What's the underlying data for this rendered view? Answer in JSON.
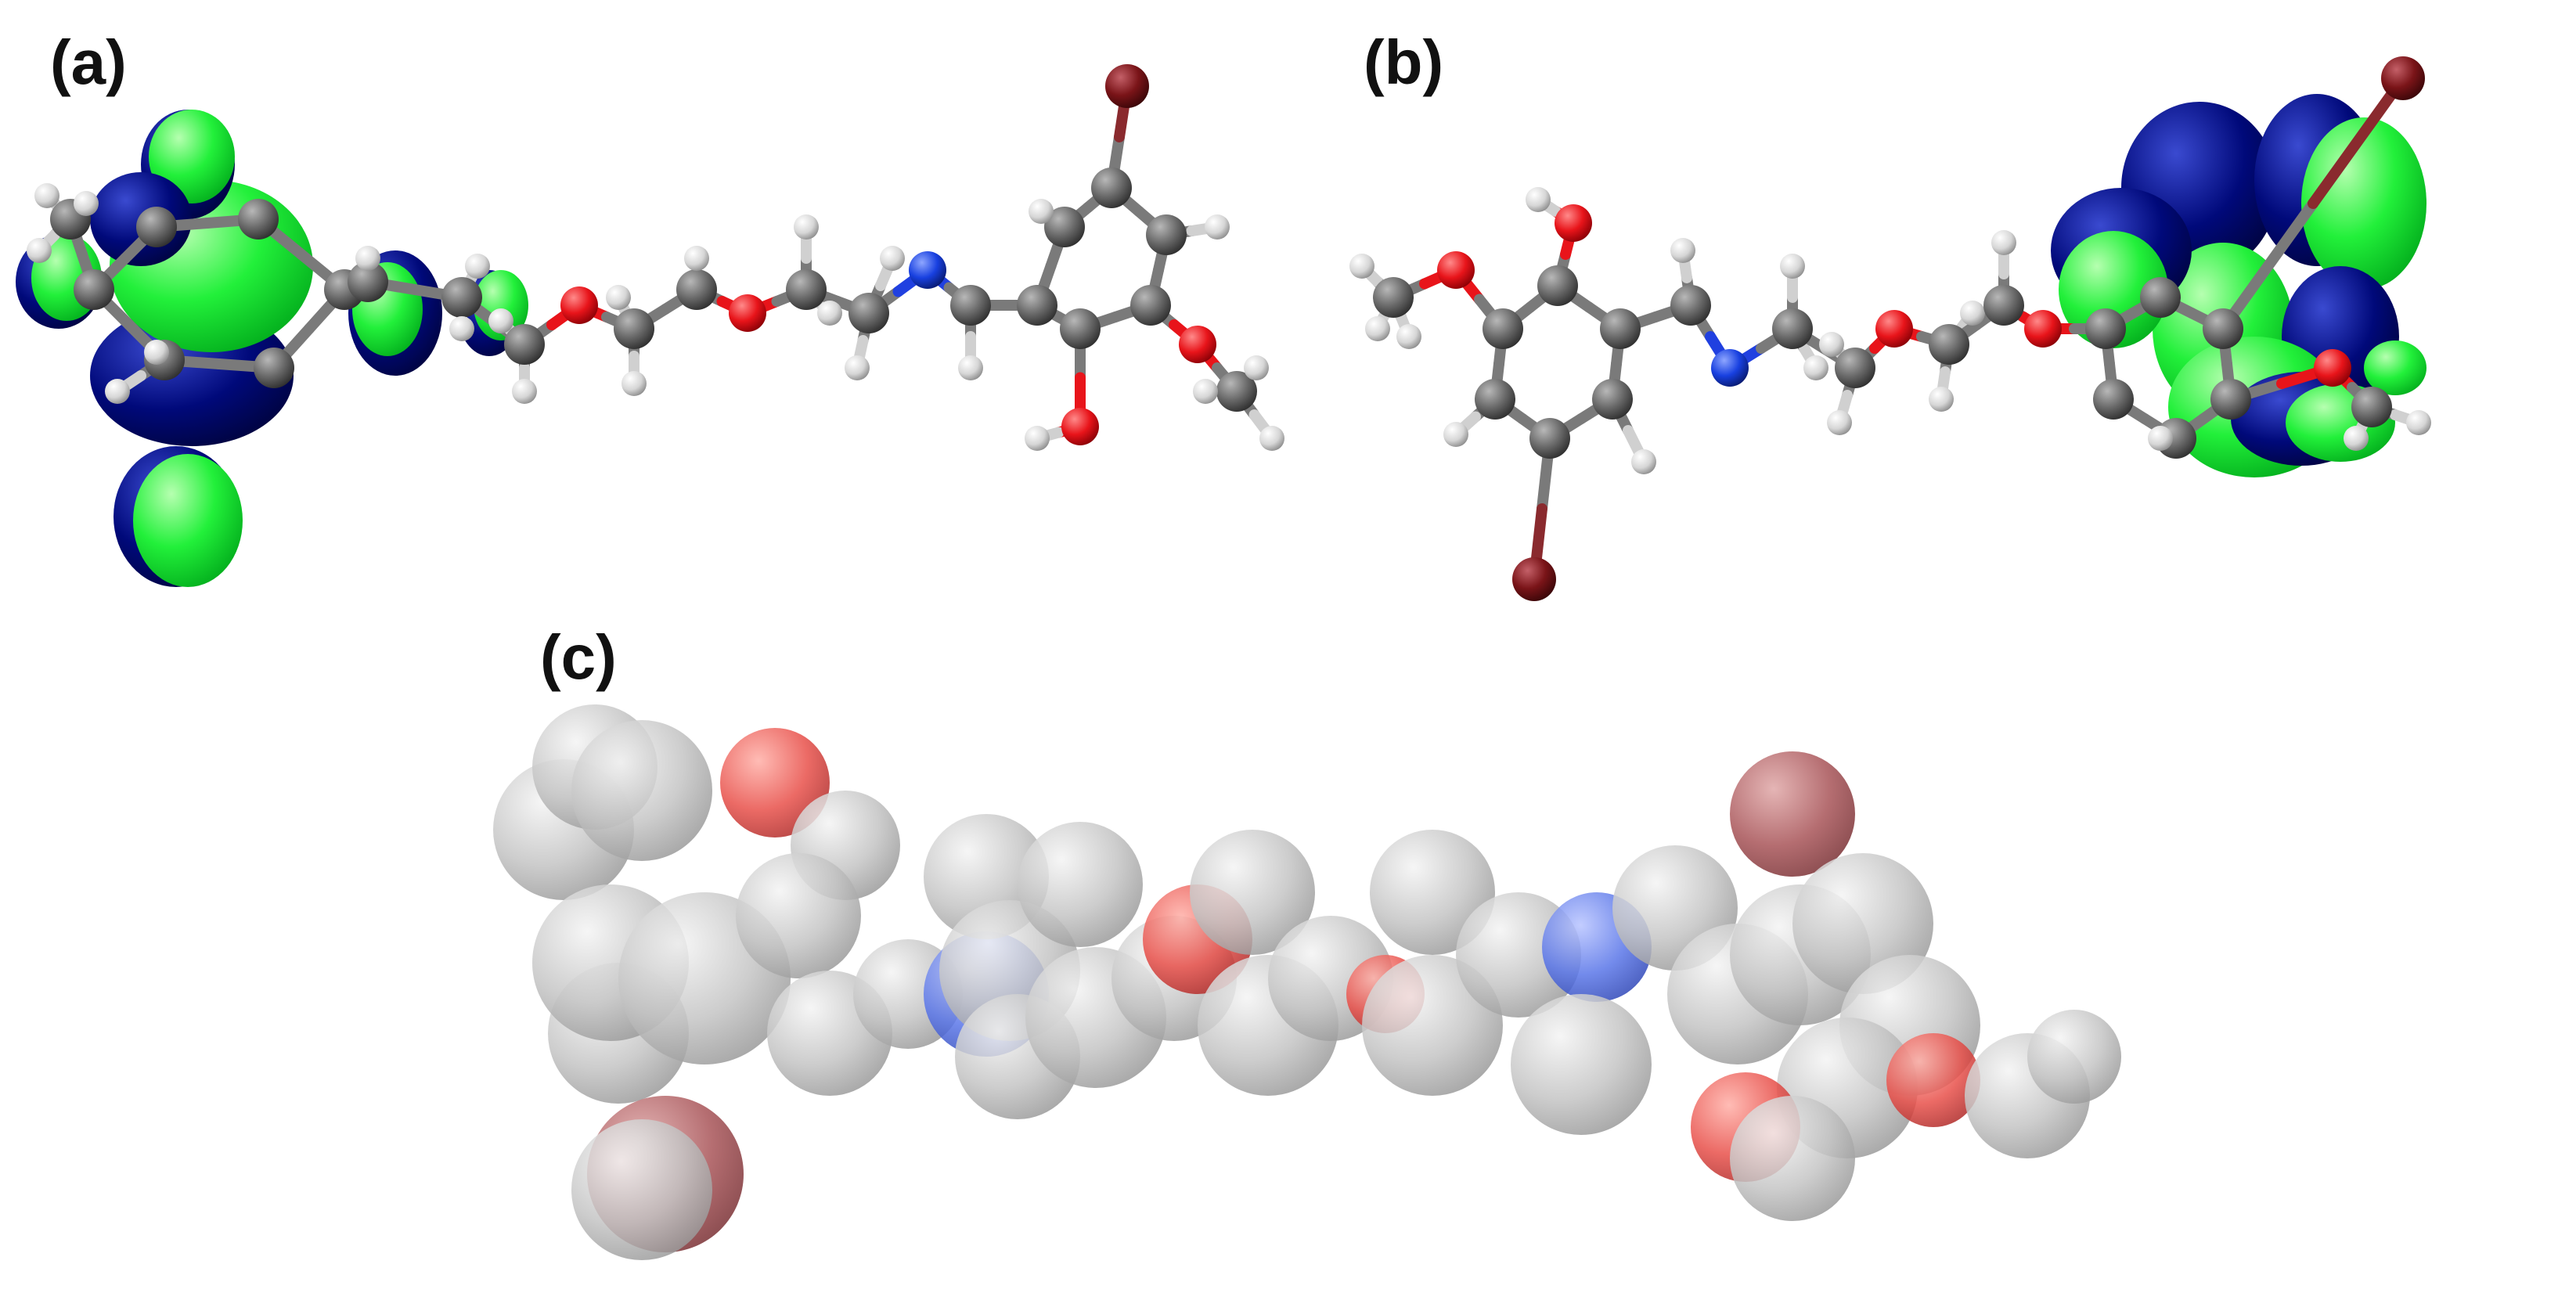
{
  "panels": {
    "a": {
      "label": "(a)"
    },
    "b": {
      "label": "(b)"
    },
    "c": {
      "label": "(c)"
    }
  },
  "colors": {
    "orbital_positive": "#00ff22",
    "orbital_negative": "#000a80",
    "carbon": "#6a6a6a",
    "hydrogen": "#dcdcdc",
    "oxygen": "#e8141a",
    "nitrogen": "#1840e0",
    "bromine": "#7a1418",
    "surface": "#c8c8c8"
  }
}
